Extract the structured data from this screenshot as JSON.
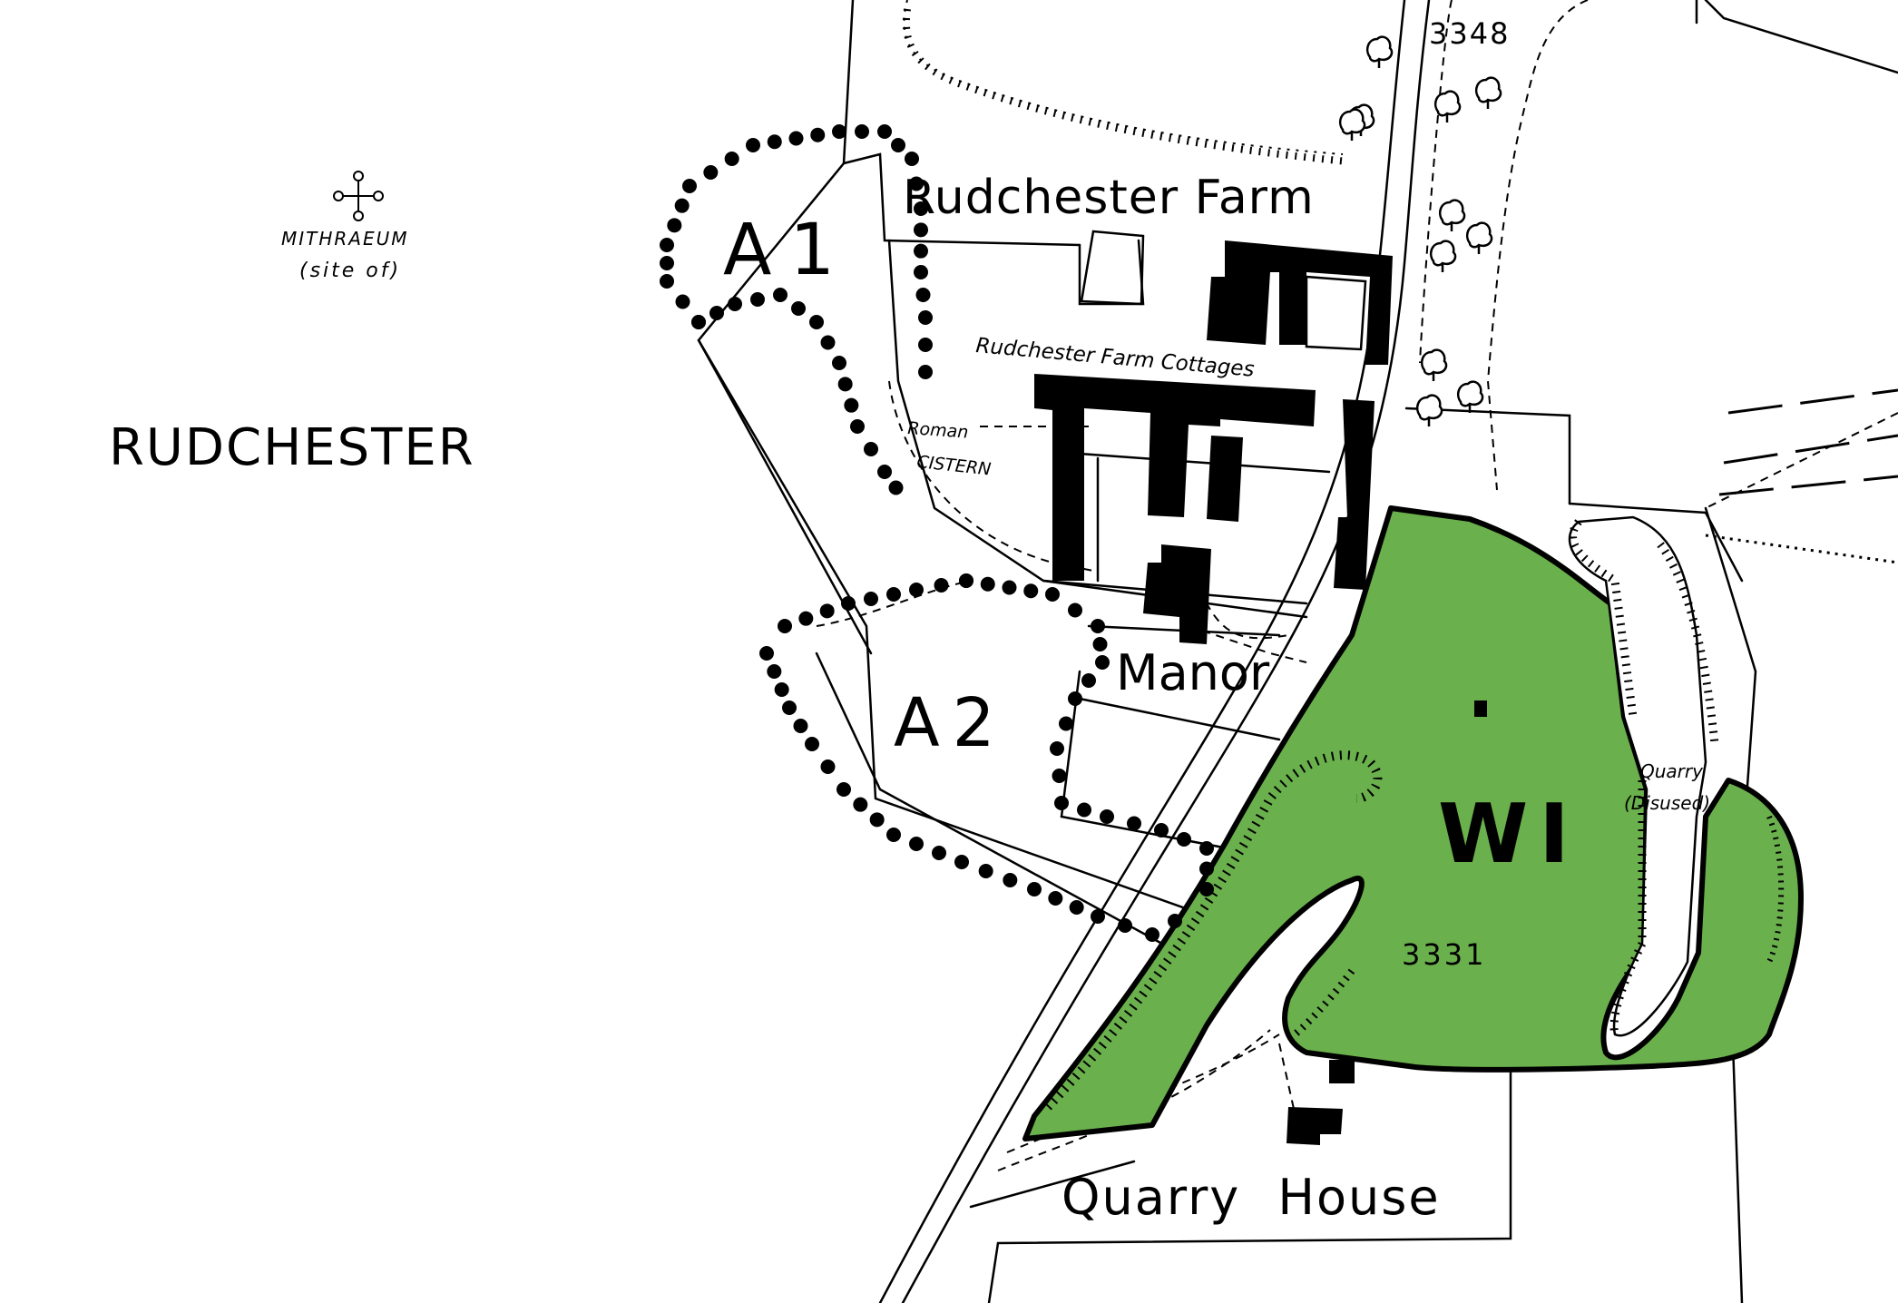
{
  "labels": {
    "settlement": "RUDCHESTER",
    "mithraeum_line1": "MITHRAEUM",
    "mithraeum_line2": "(site of)",
    "farm": "Rudchester Farm",
    "cottages": "Rudchester Farm Cottages",
    "cistern_line1": "Roman",
    "cistern_line2": "CISTERN",
    "manor": "Manor",
    "quarry_house": "Quarry House",
    "quarry_line1": "Quarry",
    "quarry_line2": "(Disused)",
    "area_a1": "A1",
    "area_a2": "A2",
    "area_w1": "WI",
    "parcel_3348": "3348",
    "parcel_3331": "3331"
  },
  "colors": {
    "woodland_fill": "#6ab04c",
    "ink": "#000000",
    "paper": "#ffffff"
  },
  "icons": [
    "mithraeum-symbol-icon",
    "tree-icon"
  ]
}
